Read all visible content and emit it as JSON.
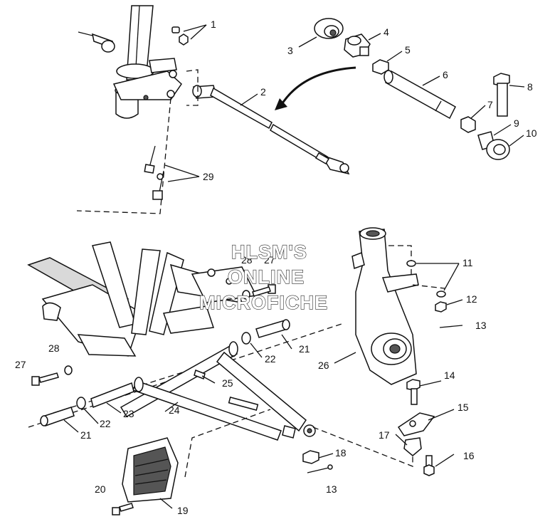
{
  "watermark": {
    "line1": "HLSM'S",
    "line2": "ONLINE",
    "line3": "MICROFICHE"
  },
  "callouts": [
    {
      "id": "1",
      "text": "1"
    },
    {
      "id": "2",
      "text": "2"
    },
    {
      "id": "3",
      "text": "3"
    },
    {
      "id": "4",
      "text": "4"
    },
    {
      "id": "5",
      "text": "5"
    },
    {
      "id": "6",
      "text": "6"
    },
    {
      "id": "7",
      "text": "7"
    },
    {
      "id": "8",
      "text": "8"
    },
    {
      "id": "9",
      "text": "9"
    },
    {
      "id": "10",
      "text": "10"
    },
    {
      "id": "11",
      "text": "11"
    },
    {
      "id": "12",
      "text": "12"
    },
    {
      "id": "13a",
      "text": "13"
    },
    {
      "id": "13b",
      "text": "13"
    },
    {
      "id": "14",
      "text": "14"
    },
    {
      "id": "15",
      "text": "15"
    },
    {
      "id": "16",
      "text": "16"
    },
    {
      "id": "17",
      "text": "17"
    },
    {
      "id": "18",
      "text": "18"
    },
    {
      "id": "19",
      "text": "19"
    },
    {
      "id": "20",
      "text": "20"
    },
    {
      "id": "21a",
      "text": "21"
    },
    {
      "id": "21b",
      "text": "21"
    },
    {
      "id": "22a",
      "text": "22"
    },
    {
      "id": "22b",
      "text": "22"
    },
    {
      "id": "23",
      "text": "23"
    },
    {
      "id": "24",
      "text": "24"
    },
    {
      "id": "25",
      "text": "25"
    },
    {
      "id": "26",
      "text": "26"
    },
    {
      "id": "27a",
      "text": "27"
    },
    {
      "id": "27b",
      "text": "27"
    },
    {
      "id": "28a",
      "text": "28"
    },
    {
      "id": "28b",
      "text": "28"
    },
    {
      "id": "29",
      "text": "29"
    }
  ]
}
